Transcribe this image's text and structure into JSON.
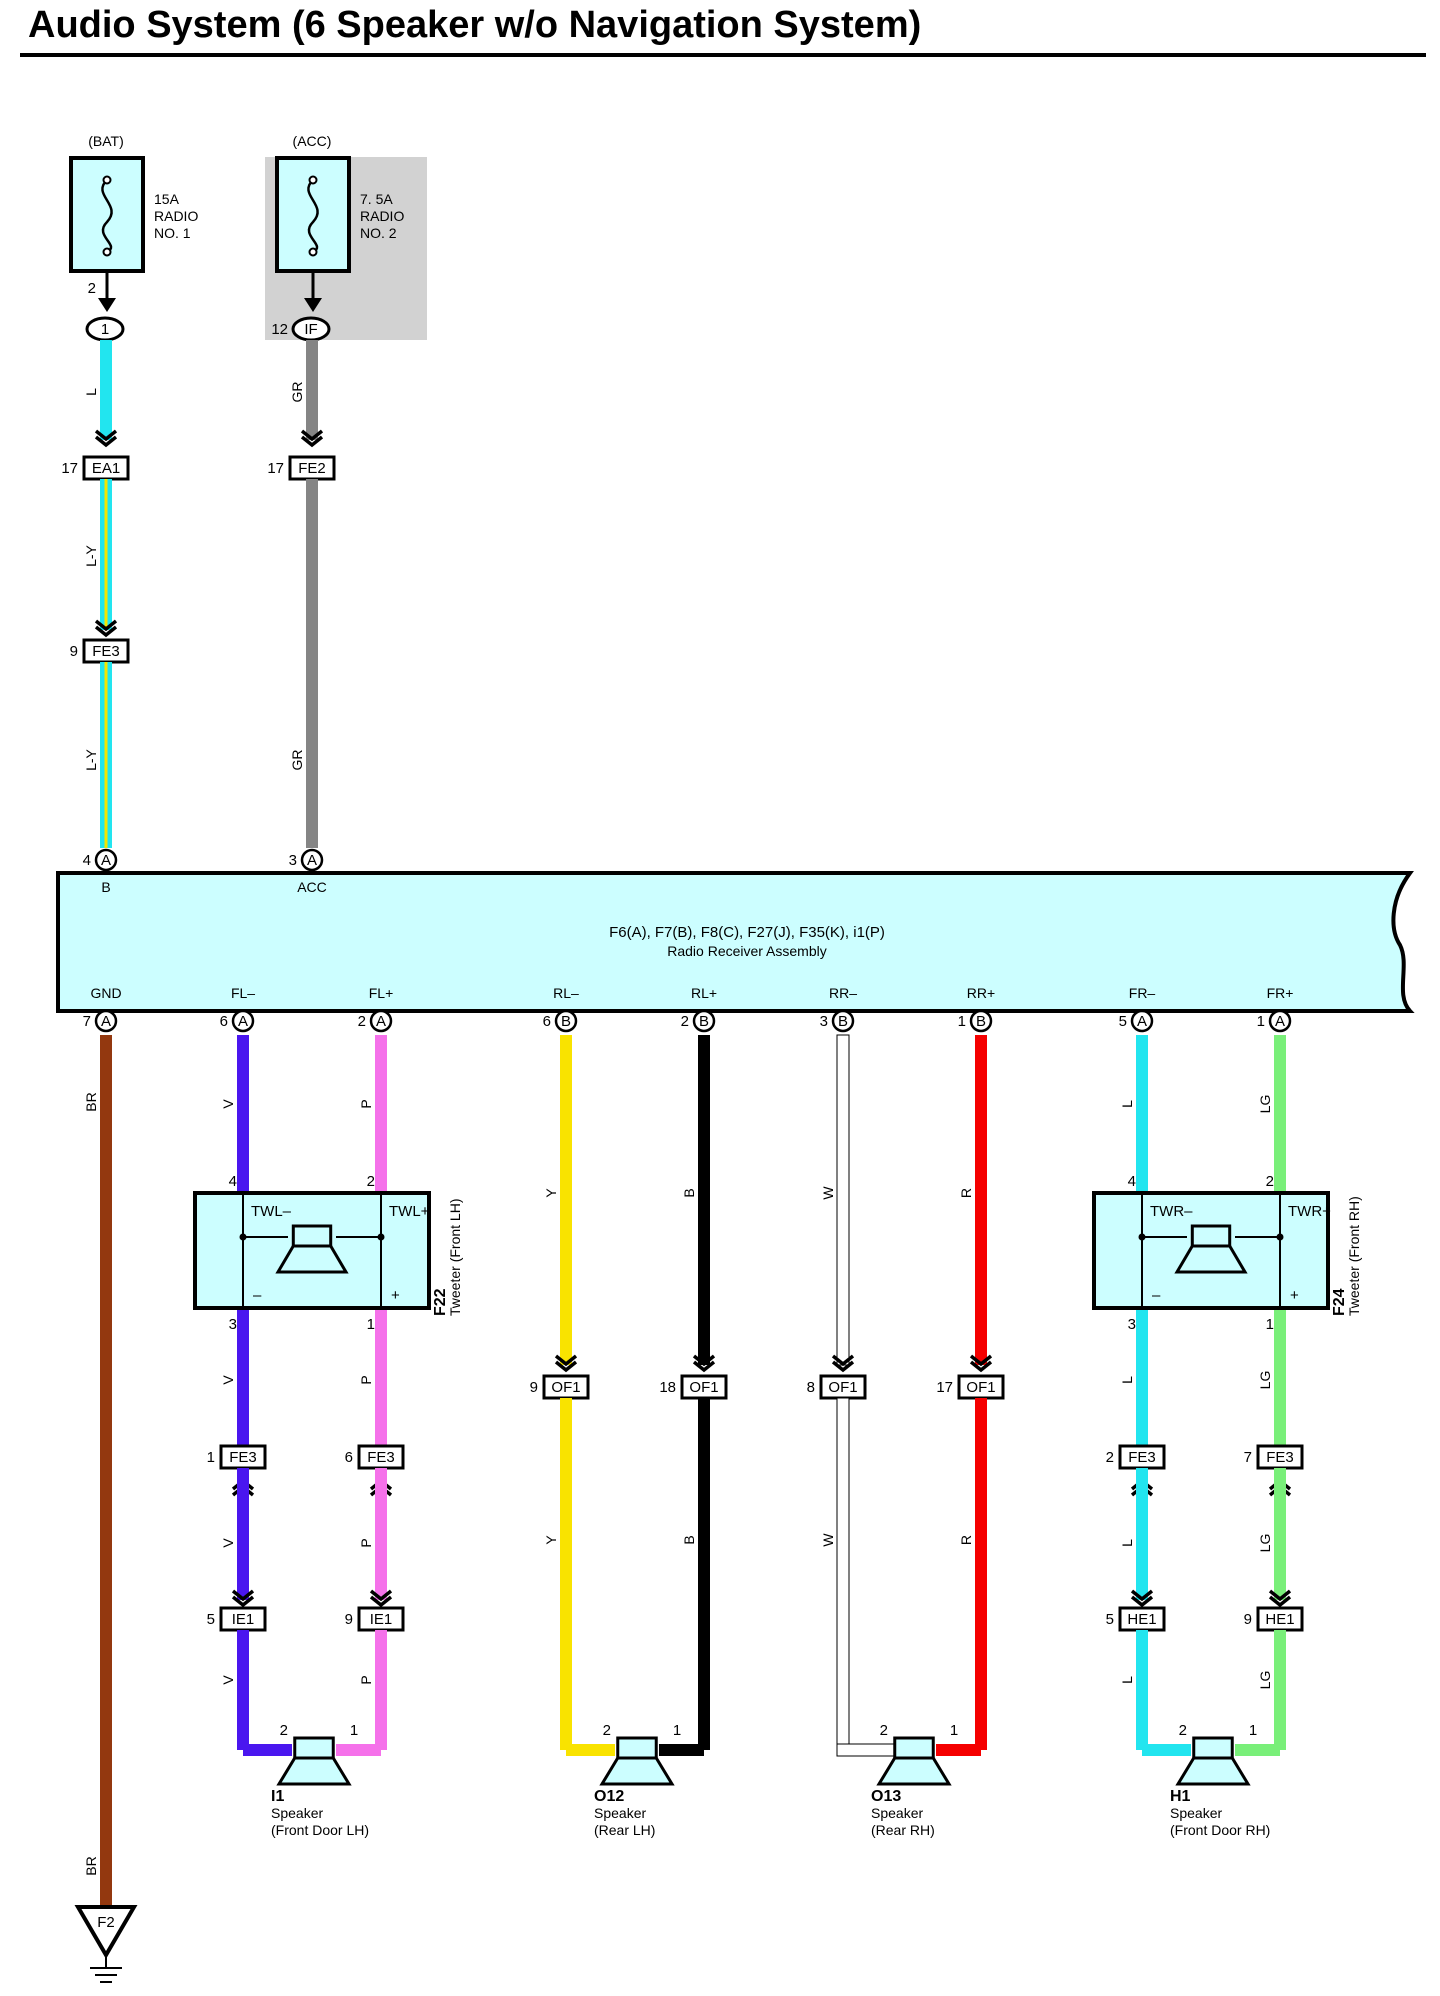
{
  "title": "Audio System (6 Speaker w/o Navigation System)",
  "colors": {
    "L": "#22e5ef",
    "L-Y": "#22e5ef",
    "L-Y_stripe": "#f5e600",
    "GR": "#858585",
    "BR": "#93380f",
    "V": "#4a16ef",
    "P": "#f571ea",
    "Y": "#f9e300",
    "B": "#000000",
    "W": "#ffffff",
    "R": "#f50000",
    "LG": "#79ef79",
    "component_fill": "#ccfeff",
    "fuse_highlight": "#d2d2d2"
  },
  "fuses": {
    "bat": {
      "source": "(BAT)",
      "rating": "15A",
      "name_line1": "RADIO",
      "name_line2": "NO. 1"
    },
    "acc": {
      "source": "(ACC)",
      "rating": "7. 5A",
      "name_line1": "RADIO",
      "name_line2": "NO. 2"
    }
  },
  "junctions": {
    "bat_out": {
      "pin": "2",
      "label": "1"
    },
    "acc_out": {
      "pin": "12",
      "label": "IF"
    }
  },
  "power_wires": {
    "bat_1": "L",
    "bat_2": "L-Y",
    "bat_3": "L-Y",
    "acc_1": "GR",
    "acc_2": "GR"
  },
  "power_connectors": {
    "ea1": {
      "pin": "17",
      "label": "EA1"
    },
    "fe2": {
      "pin": "17",
      "label": "FE2"
    },
    "fe3": {
      "pin": "9",
      "label": "FE3"
    }
  },
  "receiver": {
    "connectors": "F6(A), F7(B), F8(C), F27(J), F35(K), i1(P)",
    "name": "Radio Receiver Assembly",
    "top_pins": [
      {
        "pin": "4",
        "conn": "A",
        "label": "B"
      },
      {
        "pin": "3",
        "conn": "A",
        "label": "ACC"
      }
    ],
    "bottom_pins": [
      {
        "pin": "7",
        "conn": "A",
        "label": "GND"
      },
      {
        "pin": "6",
        "conn": "A",
        "label": "FL–"
      },
      {
        "pin": "2",
        "conn": "A",
        "label": "FL+"
      },
      {
        "pin": "6",
        "conn": "B",
        "label": "RL–"
      },
      {
        "pin": "2",
        "conn": "B",
        "label": "RL+"
      },
      {
        "pin": "3",
        "conn": "B",
        "label": "RR–"
      },
      {
        "pin": "1",
        "conn": "B",
        "label": "RR+"
      },
      {
        "pin": "5",
        "conn": "A",
        "label": "FR–"
      },
      {
        "pin": "1",
        "conn": "A",
        "label": "FR+"
      }
    ]
  },
  "wire_labels": {
    "gnd_1": "BR",
    "gnd_2": "BR",
    "flm_1": "V",
    "flm_2": "V",
    "flm_3": "V",
    "flm_4": "V",
    "flp_1": "P",
    "flp_2": "P",
    "flp_3": "P",
    "flp_4": "P",
    "rlm_1": "Y",
    "rlm_2": "Y",
    "rlp_1": "B",
    "rlp_2": "B",
    "rrm_1": "W",
    "rrm_2": "W",
    "rrp_1": "R",
    "rrp_2": "R",
    "frm_1": "L",
    "frm_2": "L",
    "frm_3": "L",
    "frm_4": "L",
    "frp_1": "LG",
    "frp_2": "LG",
    "frp_3": "LG",
    "frp_4": "LG"
  },
  "tweeters": {
    "left": {
      "id": "F22",
      "name": "Tweeter (Front LH)",
      "neg_label": "TWL–",
      "pos_label": "TWL+",
      "in_neg": "4",
      "in_pos": "2",
      "out_neg": "3",
      "out_pos": "1",
      "minus": "–",
      "plus": "+"
    },
    "right": {
      "id": "F24",
      "name": "Tweeter (Front RH)",
      "neg_label": "TWR–",
      "pos_label": "TWR+",
      "in_neg": "4",
      "in_pos": "2",
      "out_neg": "3",
      "out_pos": "1",
      "minus": "–",
      "plus": "+"
    }
  },
  "inline_connectors": {
    "of1_rlm": {
      "pin": "9",
      "label": "OF1"
    },
    "of1_rlp": {
      "pin": "18",
      "label": "OF1"
    },
    "of1_rrm": {
      "pin": "8",
      "label": "OF1"
    },
    "of1_rrp": {
      "pin": "17",
      "label": "OF1"
    },
    "fe3_flm": {
      "pin": "1",
      "label": "FE3"
    },
    "fe3_flp": {
      "pin": "6",
      "label": "FE3"
    },
    "fe3_frm": {
      "pin": "2",
      "label": "FE3"
    },
    "fe3_frp": {
      "pin": "7",
      "label": "FE3"
    },
    "ie1_flm": {
      "pin": "5",
      "label": "IE1"
    },
    "ie1_flp": {
      "pin": "9",
      "label": "IE1"
    },
    "he1_frm": {
      "pin": "5",
      "label": "HE1"
    },
    "he1_frp": {
      "pin": "9",
      "label": "HE1"
    }
  },
  "speakers": [
    {
      "id": "I1",
      "type": "Speaker",
      "position": "(Front Door LH)",
      "pin_neg": "2",
      "pin_pos": "1"
    },
    {
      "id": "O12",
      "type": "Speaker",
      "position": "(Rear LH)",
      "pin_neg": "2",
      "pin_pos": "1"
    },
    {
      "id": "O13",
      "type": "Speaker",
      "position": "(Rear RH)",
      "pin_neg": "2",
      "pin_pos": "1"
    },
    {
      "id": "H1",
      "type": "Speaker",
      "position": "(Front Door RH)",
      "pin_neg": "2",
      "pin_pos": "1"
    }
  ],
  "ground": {
    "label": "F2"
  }
}
